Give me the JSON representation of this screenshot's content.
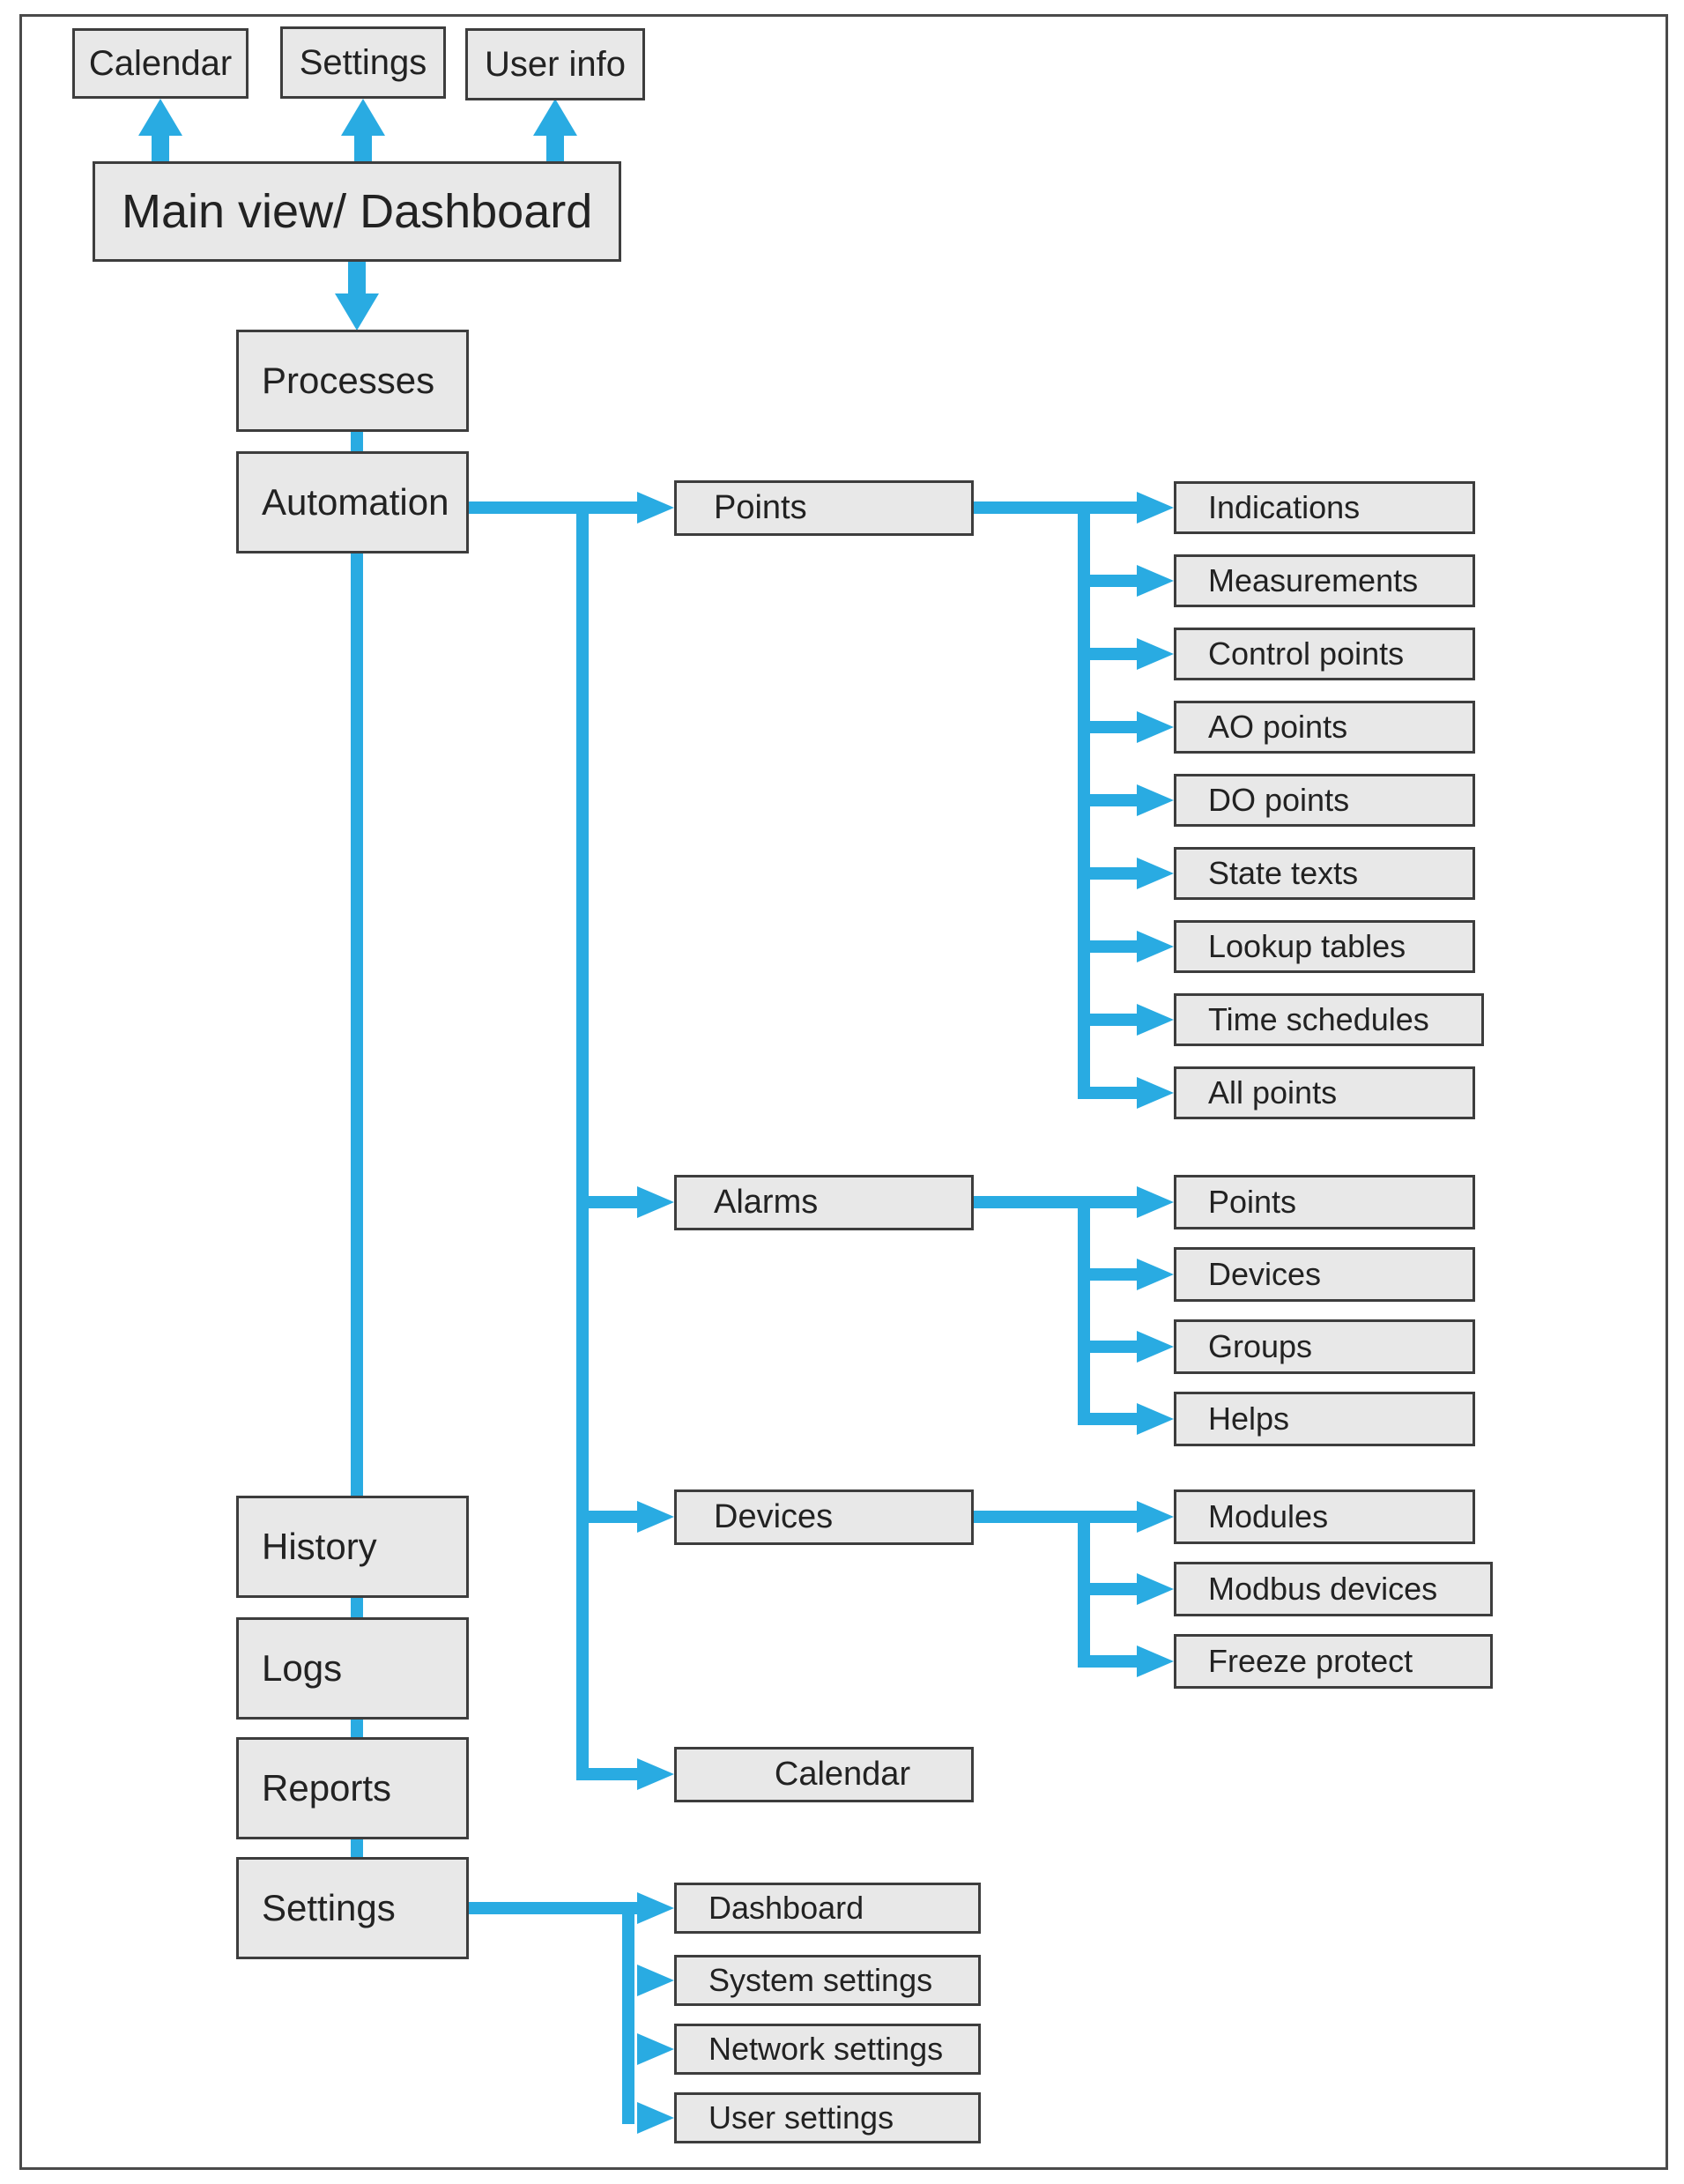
{
  "colors": {
    "arrow": "#29ABE2",
    "box_fill": "#E8E8E8",
    "box_border": "#3D3D3D",
    "text": "#222222",
    "frame": "#4A4A4A",
    "background": "#FFFFFF"
  },
  "top_row": {
    "calendar": "Calendar",
    "settings": "Settings",
    "user_info": "User info"
  },
  "main": {
    "label": "Main view/ Dashboard"
  },
  "left_column": {
    "processes": "Processes",
    "automation": "Automation",
    "history": "History",
    "logs": "Logs",
    "reports": "Reports",
    "settings": "Settings"
  },
  "automation": {
    "points": {
      "label": "Points",
      "children": [
        "Indications",
        "Measurements",
        "Control points",
        "AO points",
        "DO points",
        "State texts",
        "Lookup tables",
        "Time schedules",
        "All points"
      ]
    },
    "alarms": {
      "label": "Alarms",
      "children": [
        "Points",
        "Devices",
        "Groups",
        "Helps"
      ]
    },
    "devices": {
      "label": "Devices",
      "children": [
        "Modules",
        "Modbus devices",
        "Freeze protect"
      ]
    },
    "calendar": {
      "label": "Calendar"
    }
  },
  "settings_menu": {
    "children": [
      "Dashboard",
      "System settings",
      "Network settings",
      "User settings"
    ]
  }
}
